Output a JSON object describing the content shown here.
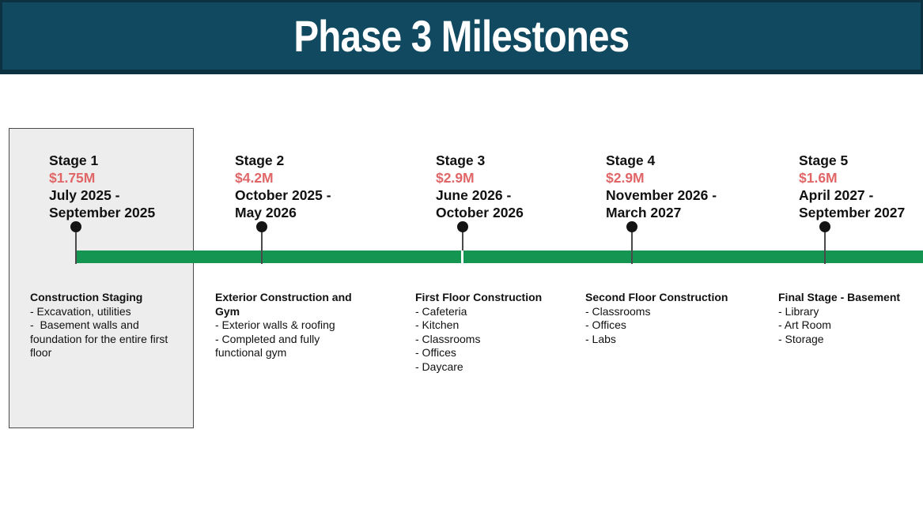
{
  "header": {
    "title": "Phase 3 Milestones"
  },
  "colors": {
    "header_bg": "#114A60",
    "header_border": "#0C3242",
    "bar_green": "#149552",
    "cost_red": "#E06667",
    "stage1_box_bg": "#EDEDED"
  },
  "timeline": {
    "segments": 2,
    "highlighted_stage": "Stage 1"
  },
  "stages": [
    {
      "name": "Stage 1",
      "cost": "$1.75M",
      "date_line1": "July 2025 -",
      "date_line2": "September 2025",
      "desc_title": "Construction Staging",
      "items": [
        "- Excavation, utilities",
        "-  Basement walls and foundation for the entire first floor"
      ]
    },
    {
      "name": "Stage 2",
      "cost": "$4.2M",
      "date_line1": "October 2025 -",
      "date_line2": "May 2026",
      "desc_title": "Exterior Construction and Gym",
      "items": [
        "- Exterior walls & roofing",
        "- Completed and fully functional gym"
      ]
    },
    {
      "name": "Stage 3",
      "cost": "$2.9M",
      "date_line1": "June 2026 -",
      "date_line2": "October 2026",
      "desc_title": "First Floor Construction",
      "items": [
        "- Cafeteria",
        "- Kitchen",
        "- Classrooms",
        "- Offices",
        "- Daycare"
      ]
    },
    {
      "name": "Stage 4",
      "cost": "$2.9M",
      "date_line1": "November 2026 -",
      "date_line2": "March 2027",
      "desc_title": "Second Floor Construction",
      "items": [
        "- Classrooms",
        "- Offices",
        "- Labs"
      ]
    },
    {
      "name": "Stage 5",
      "cost": "$1.6M",
      "date_line1": "April 2027 -",
      "date_line2": "September 2027",
      "desc_title": "Final Stage - Basement",
      "items": [
        "- Library",
        "- Art Room",
        "- Storage"
      ]
    }
  ]
}
